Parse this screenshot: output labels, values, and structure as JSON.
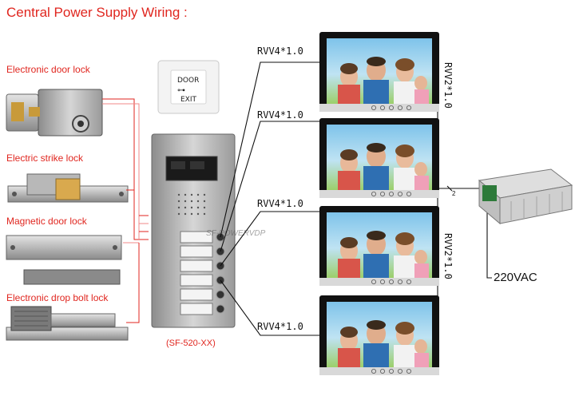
{
  "title": "Central Power Supply Wiring :",
  "locks": [
    {
      "label": "Electronic door lock"
    },
    {
      "label": "Electric strike lock"
    },
    {
      "label": "Magnetic door lock"
    },
    {
      "label": "Electronic drop bolt lock"
    }
  ],
  "exit_button": {
    "line1": "DOOR",
    "line2": "EXIT"
  },
  "door_panel": {
    "model": "(SF-520-XX)",
    "watermark": "SF-POWERVDP"
  },
  "monitor_cables": [
    "RVV4*1.0",
    "RVV4*1.0",
    "RVV4*1.0",
    "RVV4*1.0"
  ],
  "power_cables": [
    "RVV2*1.0",
    "RVV2*1.0"
  ],
  "power_supply": {
    "mark": "2",
    "voltage": "220VAC"
  },
  "colors": {
    "title": "#e0261f",
    "wire_red": "#e0261f",
    "wire_pink": "#f08a8a",
    "wire_black": "#111111"
  }
}
